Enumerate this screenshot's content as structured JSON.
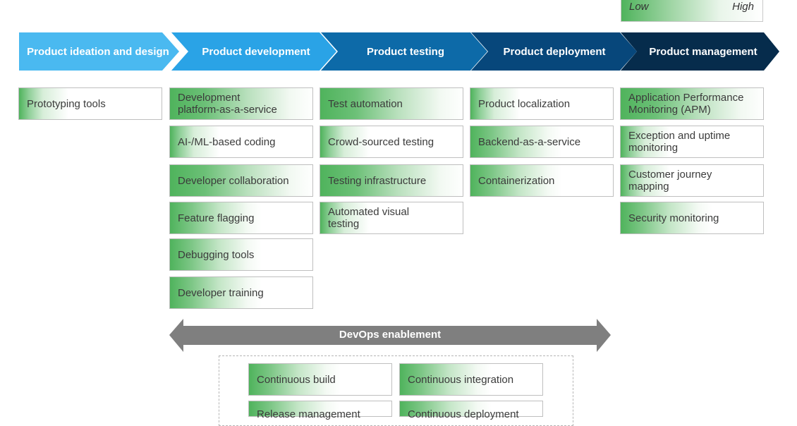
{
  "legend": {
    "low": "Low",
    "high": "High"
  },
  "stages": [
    {
      "label": "Product ideation and design",
      "color": "#4ab9f0"
    },
    {
      "label": "Product development",
      "color": "#2aa3e6"
    },
    {
      "label": "Product testing",
      "color": "#0d6aa8"
    },
    {
      "label": "Product deployment",
      "color": "#07477b"
    },
    {
      "label": "Product management",
      "color": "#062c4c"
    }
  ],
  "columns": [
    {
      "items": [
        "Prototyping tools"
      ]
    },
    {
      "items": [
        "Development\nplatform-as-a-service",
        "AI-/ML-based coding",
        "Developer collaboration",
        "Feature flagging",
        "Debugging tools",
        "Developer training"
      ]
    },
    {
      "items": [
        "Test automation",
        "Crowd-sourced testing",
        "Testing infrastructure",
        "Automated visual\ntesting"
      ]
    },
    {
      "items": [
        "Product localization",
        "Backend-as-a-service",
        "Containerization"
      ]
    },
    {
      "items": [
        "Application Performance\nMonitoring (APM)",
        "Exception and uptime\nmonitoring",
        "Customer journey\nmapping",
        "Security monitoring"
      ]
    }
  ],
  "devops": {
    "label": "DevOps enablement",
    "color": "#7f7f7f",
    "items": [
      "Continuous build",
      "Continuous integration",
      "Release management",
      "Continuous deployment"
    ]
  }
}
